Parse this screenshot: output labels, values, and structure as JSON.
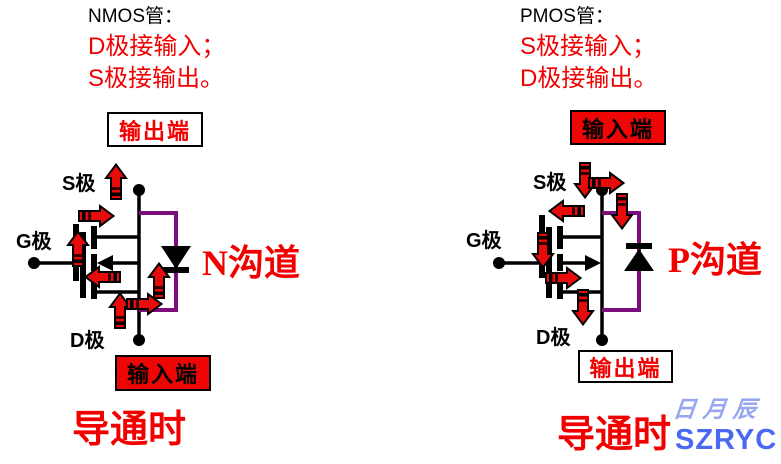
{
  "left": {
    "title": "NMOS管：",
    "rule1": "D极接输入；",
    "rule2": "S极接输出。",
    "top_box": "输出端",
    "bottom_box": "输入端",
    "s_label": "S极",
    "g_label": "G极",
    "d_label": "D极",
    "channel": "N沟道",
    "state": "导通时"
  },
  "right": {
    "title": "PMOS管：",
    "rule1": "S极接输入；",
    "rule2": "D极接输出。",
    "top_box": "输入端",
    "bottom_box": "输出端",
    "s_label": "S极",
    "g_label": "G极",
    "d_label": "D极",
    "channel": "P沟道",
    "state": "导通时"
  },
  "logo": {
    "cn": "日月辰",
    "en": "SZRYC"
  },
  "icons": {
    "current_arrow": "current-arrow-icon",
    "body_diode": "body-diode-icon",
    "terminal_dot": "terminal-dot",
    "gate_electrode": "gate-electrode",
    "channel_segments": "mosfet-channel-segments",
    "body_loop_wire": "body-diode-loop-wire"
  },
  "colors": {
    "red_text": "#f20000",
    "red_fill": "#ee0505",
    "arrow_red": "#e80b0b",
    "purple_wire": "#7d0c7d",
    "logo_light_blue": "#97a6ef",
    "logo_dark_blue": "#4a68f2",
    "black": "#000000",
    "background": "#ffffff"
  }
}
